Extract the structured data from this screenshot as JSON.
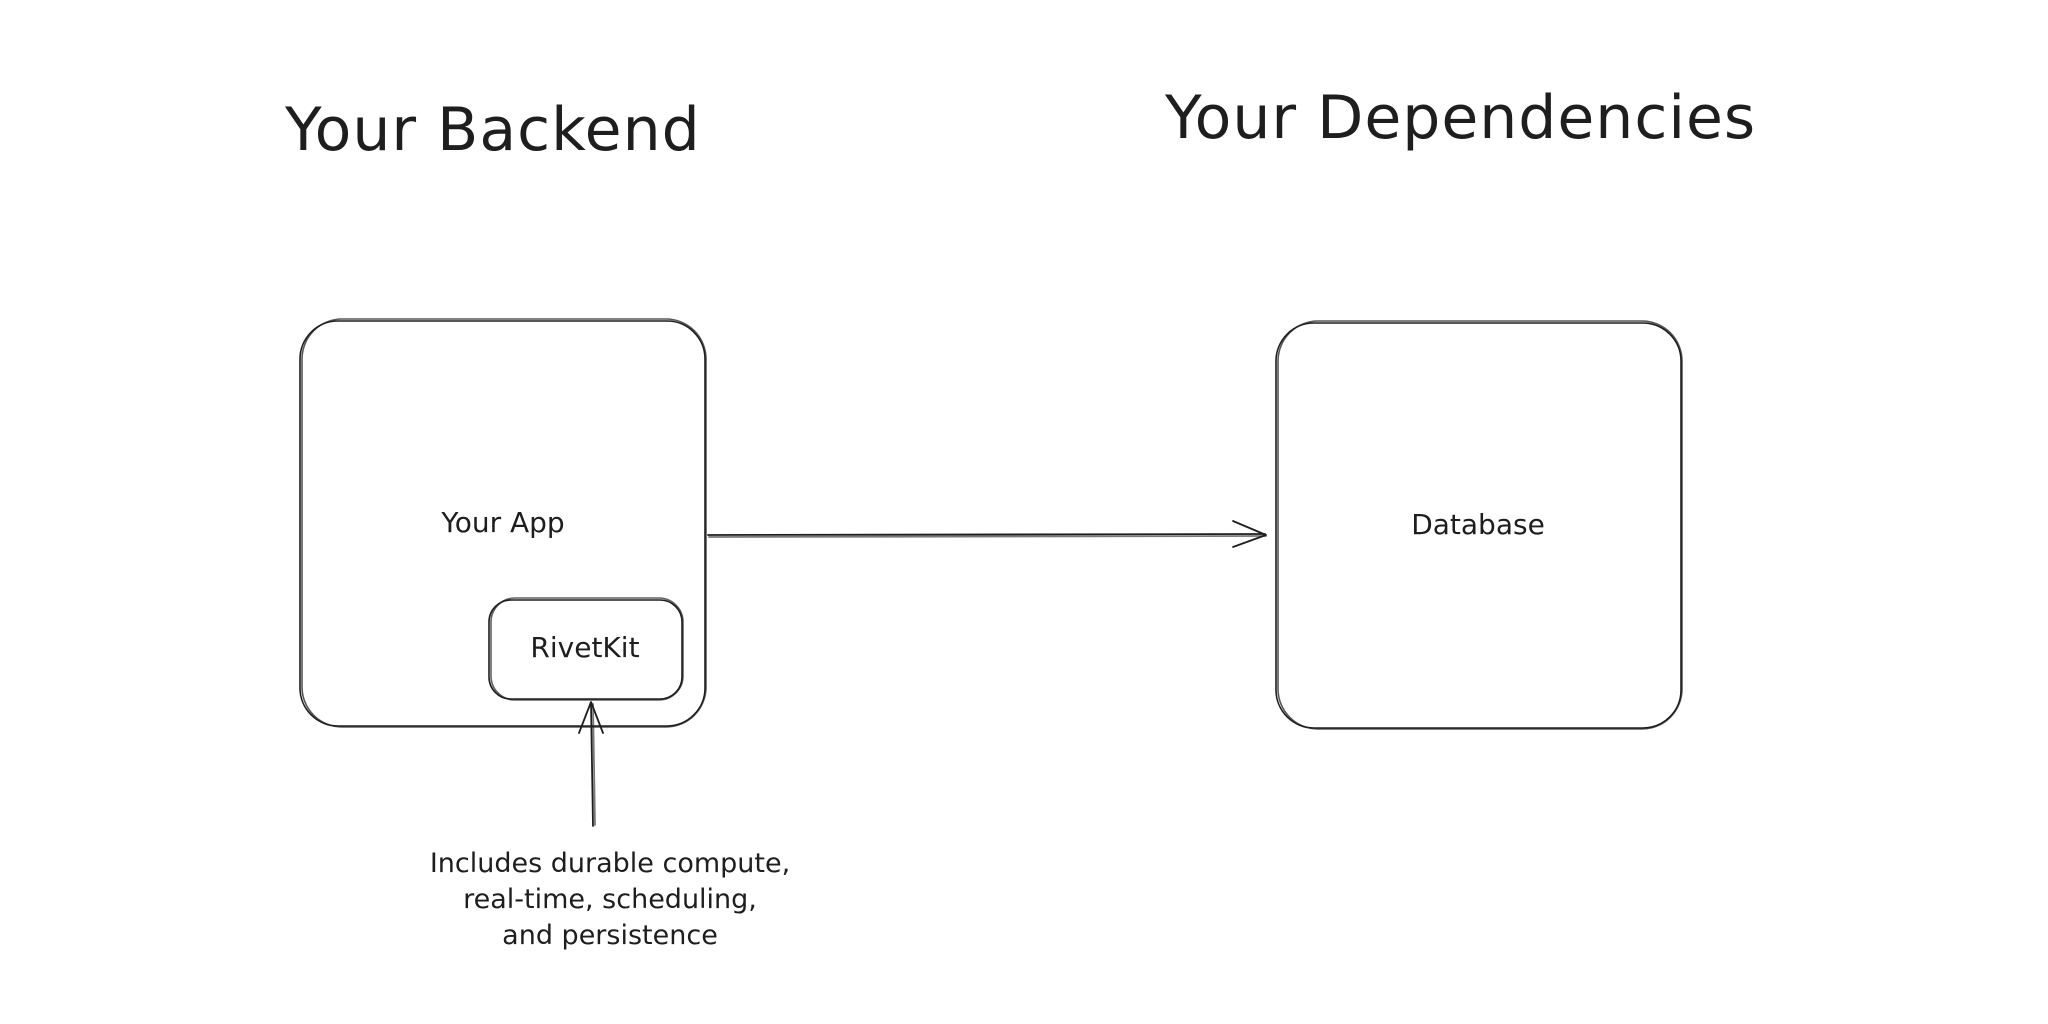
{
  "headings": {
    "backend": "Your Backend",
    "dependencies": "Your Dependencies"
  },
  "nodes": {
    "app": "Your App",
    "rivetkit": "RivetKit",
    "database": "Database"
  },
  "annotation": {
    "lines": [
      "Includes durable compute,",
      "real-time, scheduling,",
      "and persistence"
    ]
  }
}
